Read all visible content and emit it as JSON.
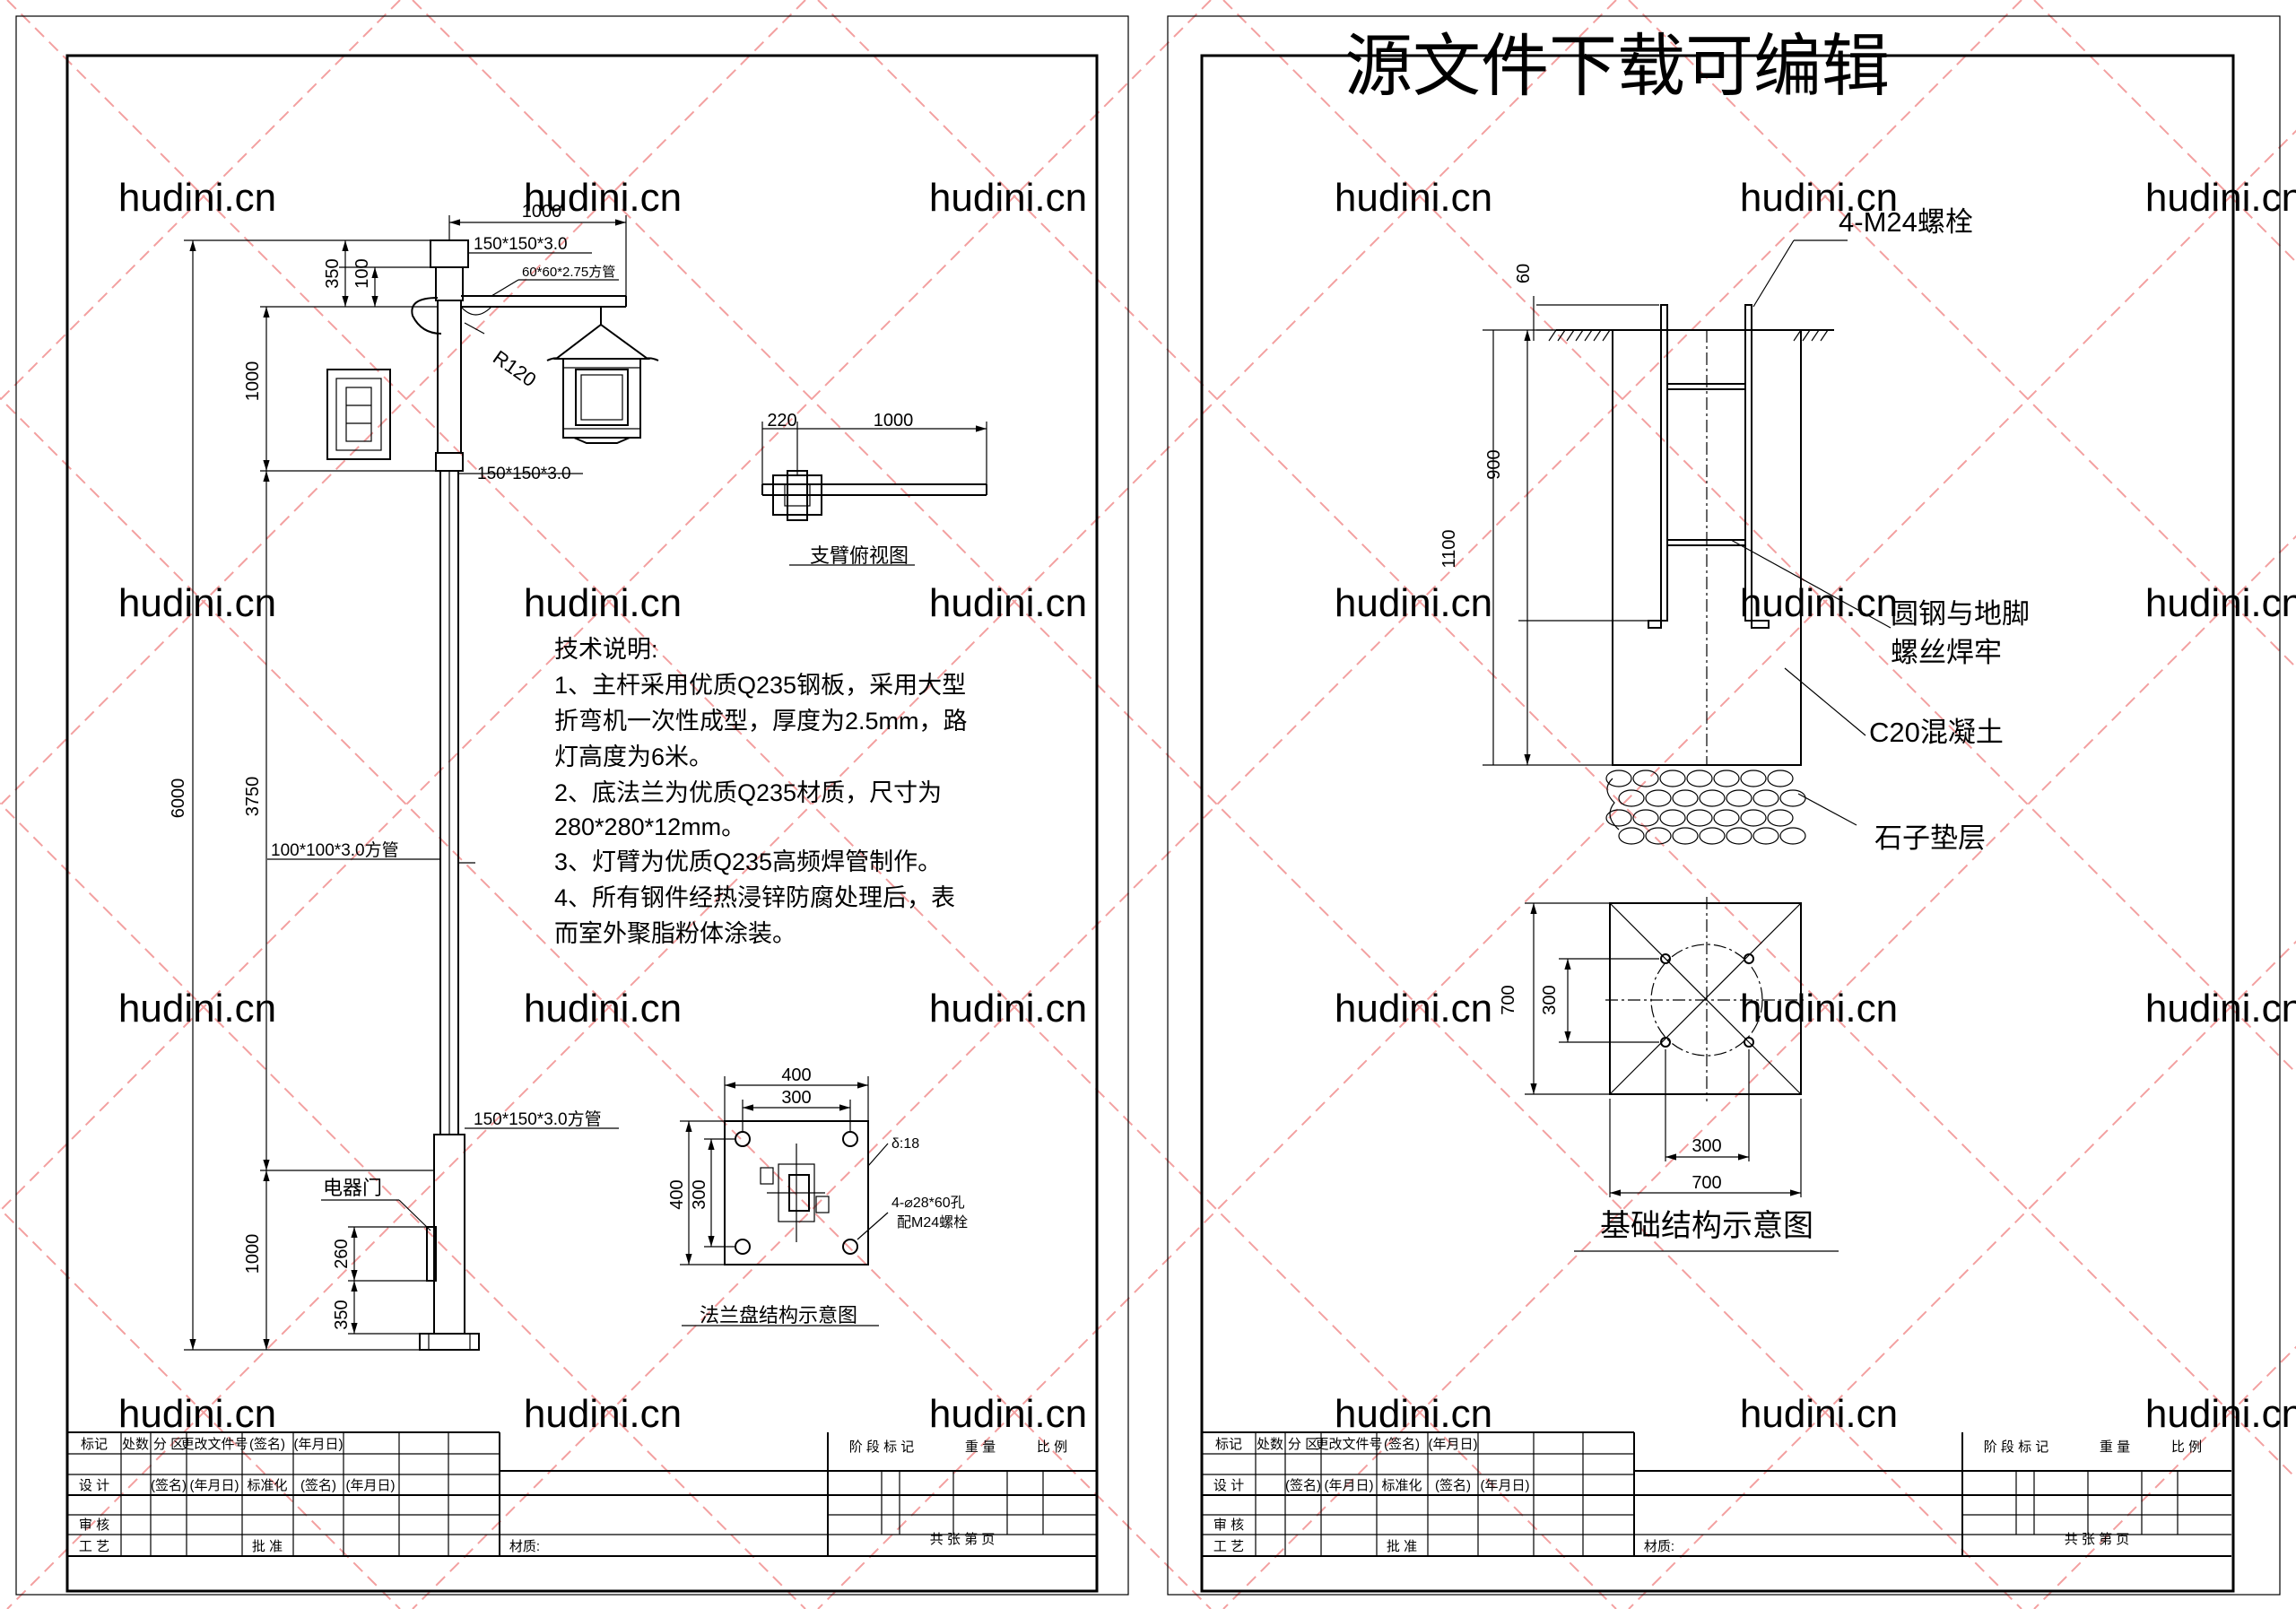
{
  "watermark": {
    "text": "hudini.cn",
    "banner": "源文件下载可编辑",
    "color": "#f4a9a9"
  },
  "left_sheet": {
    "pole": {
      "dims": {
        "total_height": "6000",
        "top_section": "1000",
        "mid_section": "3750",
        "bottom_section": "1000",
        "cap_height": "350",
        "cap_sub": "100",
        "arm_length": "1000",
        "door_height": "260",
        "door_offset": "350"
      },
      "labels": {
        "cap_tube": "150*150*3.0",
        "arm_tube": "60*60*2.75方管",
        "radius": "R120",
        "joint_tube": "150*150*3.0",
        "main_tube": "100*100*3.0方管",
        "base_tube": "150*150*3.0方管",
        "door": "电器门"
      }
    },
    "arm_top_view": {
      "dim_left": "220",
      "dim_right": "1000",
      "caption": "支臂俯视图"
    },
    "notes": {
      "title": "技术说明:",
      "lines": [
        "1、主杆采用优质Q235钢板，采用大型",
        "折弯机一次性成型，厚度为2.5mm，路",
        "灯高度为6米。",
        "2、底法兰为优质Q235材质，尺寸为",
        "280*280*12mm。",
        "3、灯臂为优质Q235高频焊管制作。",
        "4、所有钢件经热浸锌防腐处理后，表",
        "而室外聚脂粉体涂装。"
      ]
    },
    "flange": {
      "dim_outer_w": "400",
      "dim_inner_w": "300",
      "dim_outer_h": "400",
      "dim_inner_h": "300",
      "thickness": "δ:18",
      "holes": "4-⌀28*60孔",
      "bolts": "配M24螺栓",
      "caption": "法兰盘结构示意图"
    }
  },
  "right_sheet": {
    "foundation": {
      "bolt_label": "4-M24螺栓",
      "dim_top": "60",
      "dim_900": "900",
      "dim_1100": "1100",
      "weld_label_1": "圆钢与地脚",
      "weld_label_2": "螺丝焊牢",
      "concrete_label": "C20混凝土",
      "gravel_label": "石子垫层"
    },
    "plan": {
      "dim_outer_v": "700",
      "dim_inner_v": "300",
      "dim_inner_h": "300",
      "dim_outer_h": "700",
      "caption": "基础结构示意图"
    }
  },
  "title_block": {
    "row1": [
      "标记",
      "处数",
      "分 区",
      "更改文件号",
      "(签名)",
      "(年月日)"
    ],
    "row2": [
      "设 计",
      "(签名)",
      "(年月日)",
      "标准化",
      "(签名)",
      "(年月日)"
    ],
    "row3": [
      "审 核"
    ],
    "row4": [
      "工 艺",
      "批 准"
    ],
    "material": "材质:",
    "stage": "阶 段 标 记",
    "weight": "重 量",
    "scale": "比 例",
    "sheets": "共    张    第    页"
  }
}
